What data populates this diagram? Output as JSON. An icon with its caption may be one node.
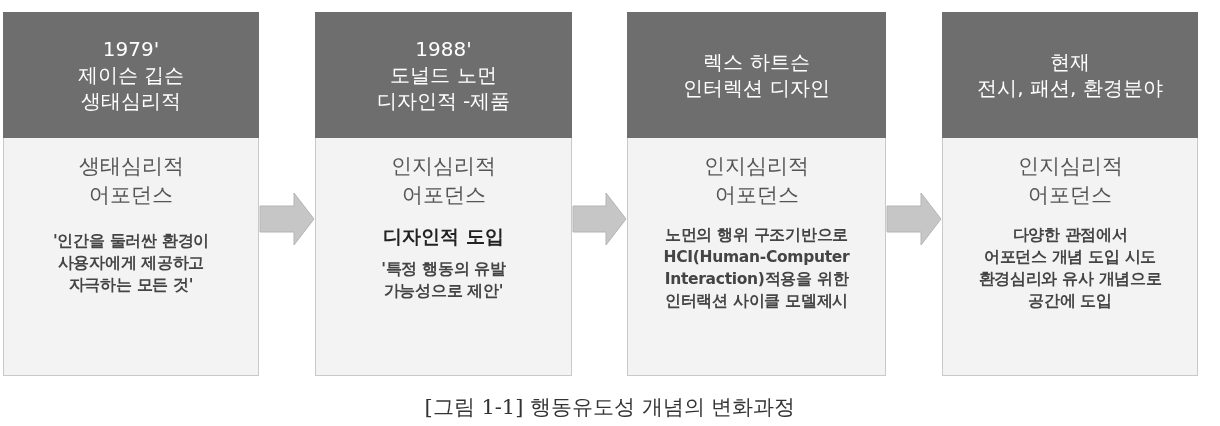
{
  "diagram": {
    "caption": "[그림 1-1] 행동유도성 개념의 변화과정",
    "nodes": [
      {
        "text": [
          "1979' 제이슨 깁슨 생태심리적",
          "생태심리적 어포던스",
          "'인간을 둘러싼 환경이 사용자에게 제공하고 자극하는 모든 것'"
        ]
      },
      {
        "text": [
          "1988' 도널드 노먼 디자인적 -제품",
          "인지심리적 어포던스",
          "디자인적 도입",
          "'특정 행동의 유발 가능성으로 제안'"
        ]
      },
      {
        "text": [
          "렉스 하트슨 인터렉션 디자인",
          "인지심리적 어포던스",
          "노먼의 행위 구조기반으로 HCI(Human-Computer Interaction)적용을 위한 인터랙션 사이클 모델제시"
        ]
      },
      {
        "text": [
          "현재 전시, 패션, 환경분야",
          "인지심리적 어포던스",
          "다양한 관점에서 어포던스 개념 도입 시도 환경심리와 유사 개념으로 공간에 도입"
        ]
      }
    ],
    "edges": [
      {
        "from": 0,
        "to": 1,
        "arrow": "to"
      },
      {
        "from": 1,
        "to": 2,
        "arrow": "to"
      },
      {
        "from": 2,
        "to": 3,
        "arrow": "to"
      }
    ]
  }
}
